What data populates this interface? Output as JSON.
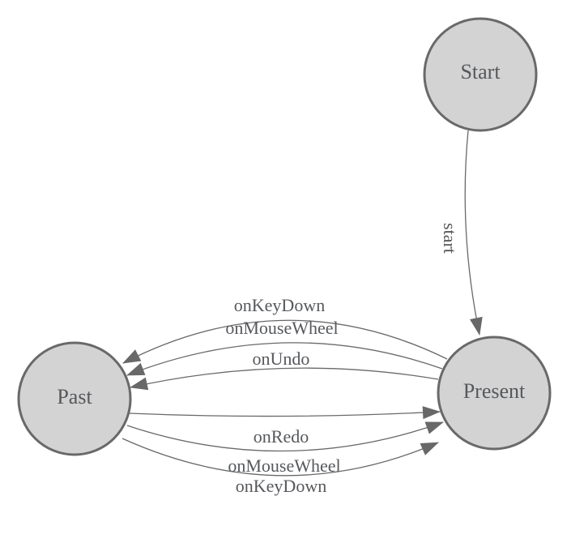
{
  "diagram": {
    "type": "state-diagram",
    "colors": {
      "background": "#ffffff",
      "node_fill": "#d3d3d3",
      "node_stroke": "#696969",
      "edge_stroke": "#696969",
      "arrow_fill": "#686868",
      "label_text": "#56585c"
    },
    "nodes": {
      "start": {
        "label": "Start"
      },
      "present": {
        "label": "Present"
      },
      "past": {
        "label": "Past"
      }
    },
    "edges": {
      "start_transition": {
        "from": "Start",
        "to": "Present",
        "label": "start"
      },
      "undo_keydown": {
        "from": "Present",
        "to": "Past",
        "label": "onKeyDown"
      },
      "undo_mousewheel": {
        "from": "Present",
        "to": "Past",
        "label": "onMouseWheel"
      },
      "undo": {
        "from": "Present",
        "to": "Past",
        "label": "onUndo"
      },
      "redo": {
        "from": "Past",
        "to": "Present",
        "label": "onRedo"
      },
      "redo_mousewheel": {
        "from": "Past",
        "to": "Present",
        "label": "onMouseWheel"
      },
      "redo_keydown": {
        "from": "Past",
        "to": "Present",
        "label": "onKeyDown"
      }
    }
  }
}
